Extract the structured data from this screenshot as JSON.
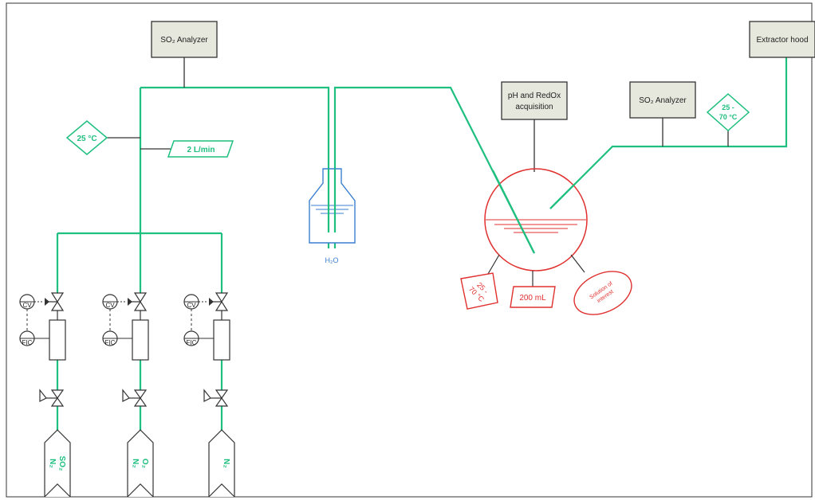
{
  "boxes": {
    "so2_analyzer_top": "SO₂ Analyzer",
    "extractor_hood": "Extractor hood",
    "ph_redox": [
      "pH and RedOx",
      "acquisition"
    ],
    "so2_analyzer_right": "SO₂ Analyzer"
  },
  "labels": {
    "temp_left": "25 °C",
    "flow": "2 L/min",
    "temp_right": [
      "25 -",
      "70 °C"
    ],
    "water": "H₂O",
    "temp_reactor": [
      "25 -",
      "70 °C"
    ],
    "volume": "200 mL",
    "solution": [
      "Solution of",
      "interest"
    ],
    "cv": "CV",
    "fic": "FIC"
  },
  "gases": [
    {
      "line1": "SO₂",
      "line2": "N₂"
    },
    {
      "line1": "O₂",
      "line2": "N₂"
    },
    {
      "line1": "N₂",
      "line2": ""
    }
  ],
  "colors": {
    "gas_line": "#1fbf7f",
    "reactor": "#e0302f",
    "water": "#3a7fd0",
    "box_fill": "#e6e8dd"
  }
}
